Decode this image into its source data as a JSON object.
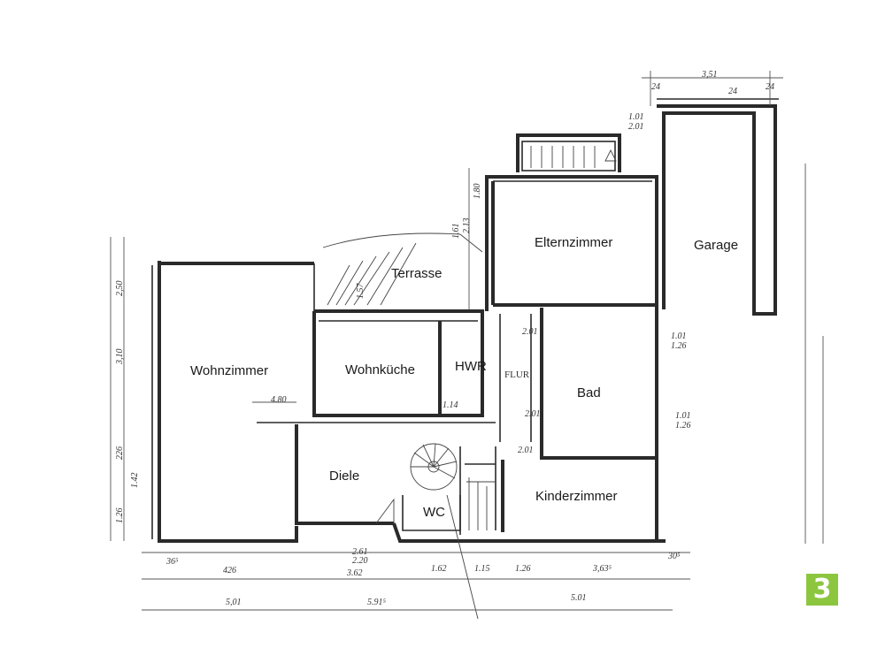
{
  "rooms": {
    "wohnzimmer": "Wohnzimmer",
    "wohnkueche": "Wohnküche",
    "hwr": "HWR",
    "terrasse": "Terrasse",
    "elternzimmer": "Elternzimmer",
    "garage": "Garage",
    "flur": "FLUR",
    "bad": "Bad",
    "diele": "Diele",
    "wc": "WC",
    "kinderzimmer": "Kinderzimmer"
  },
  "dimensions": {
    "top_3_51": "3,51",
    "top_24_a": "24",
    "top_24_b": "24",
    "top_24_c": "24",
    "garage_win_a": "1.01",
    "garage_win_b": "2.01",
    "bottom_426": "426",
    "bottom_365": "36⁵",
    "bottom_261": "2.61",
    "bottom_220": "2.20",
    "bottom_362": "3.62",
    "bottom_162": "1.62",
    "bottom_115": "1.15",
    "bottom_126": "1.26",
    "bottom_3635": "3,63⁵",
    "bottom_305": "30⁵",
    "bottom_501_a": "5,01",
    "bottom_5915": "5.91⁵",
    "bottom_501_b": "5.01",
    "wz_480": "4.80",
    "bad_win_a": "1.01",
    "bad_win_b": "1.26",
    "bad_win_c": "1.01",
    "bad_win_d": "1.26",
    "left_250": "2,50",
    "left_310": "3,10",
    "left_226": "226",
    "left_142": "1.42",
    "left_126": "1.26",
    "flur_201_a": "2.01",
    "flur_201_b": "2.01",
    "flur_201_c": "2.01",
    "hwr_114": "1.14",
    "terr_161": "1.61",
    "terr_213": "2.13",
    "terr_180": "1.80",
    "terr_157": "1.57"
  },
  "logo": {
    "glyph": "3",
    "color": "#8cc63f"
  }
}
